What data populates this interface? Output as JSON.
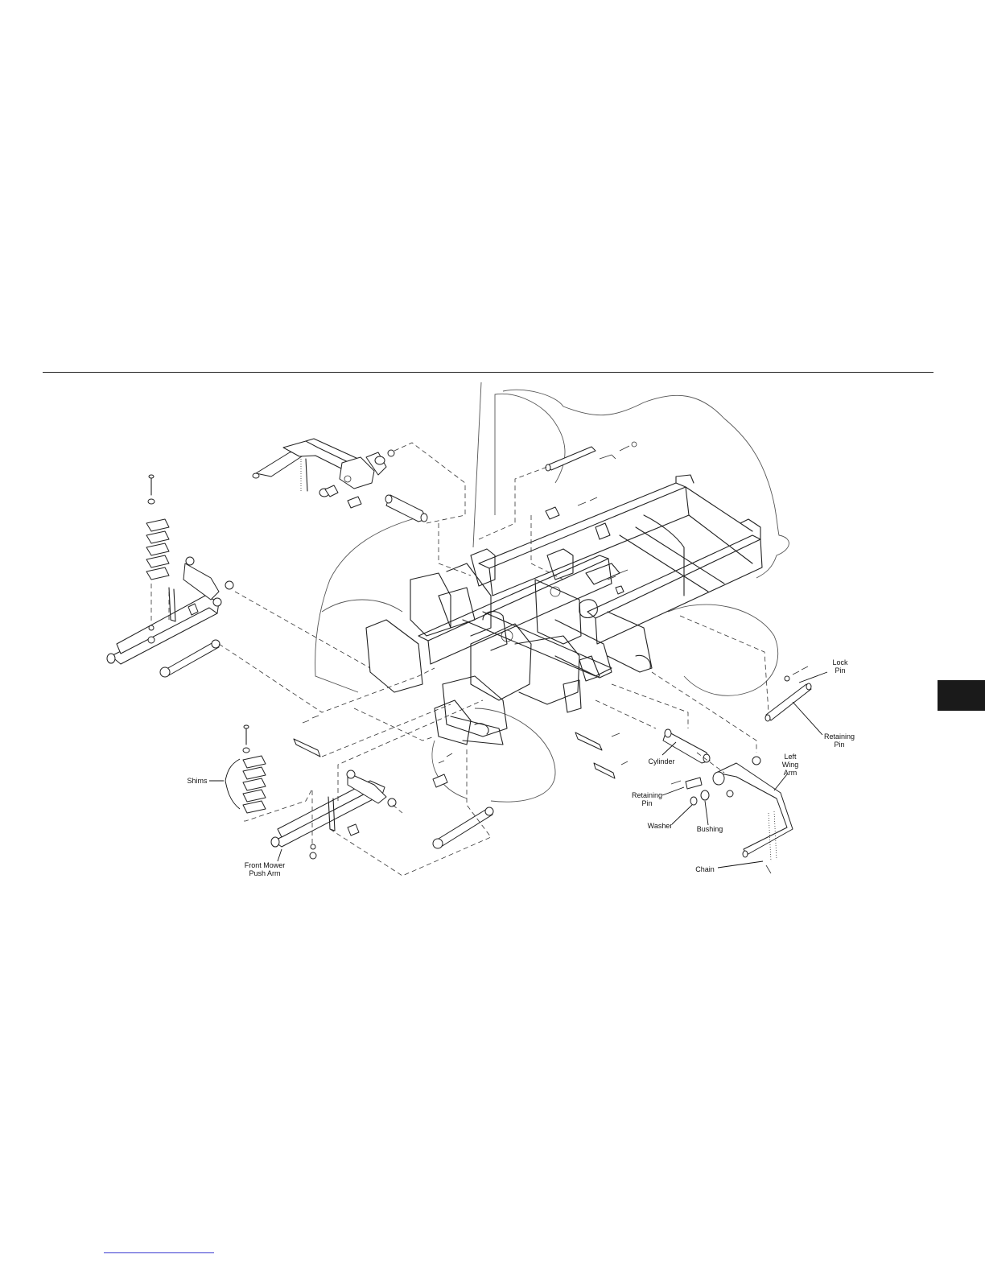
{
  "callouts": {
    "lock_pin": "Lock\nPin",
    "retaining_pin_right": "Retaining\nPin",
    "cylinder": "Cylinder",
    "left_wing_arm": "Left\nWing\nArm",
    "retaining_pin_lower": "Retaining\nPin",
    "washer": "Washer",
    "bushing": "Bushing",
    "chain": "Chain",
    "shims": "Shims",
    "front_mower_push_arm": "Front Mower\nPush Arm"
  },
  "colors": {
    "ink": "#222222",
    "section_tab": "#1a1a1a",
    "footer_link": "#3a3ad0"
  }
}
